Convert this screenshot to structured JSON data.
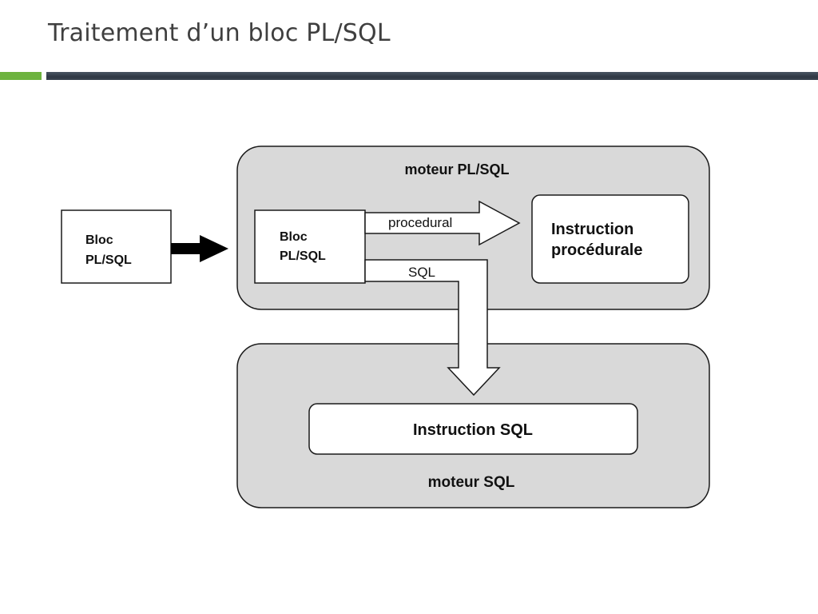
{
  "slide": {
    "title": "Traitement d’un bloc PL/SQL"
  },
  "diagram": {
    "source_block": {
      "line1": "Bloc",
      "line2": "PL/SQL"
    },
    "plsql_engine": {
      "title": "moteur PL/SQL",
      "block": {
        "line1": "Bloc",
        "line2": "PL/SQL"
      },
      "procedural_label": "procedural",
      "sql_label": "SQL",
      "procedural_instruction": {
        "line1": "Instruction",
        "line2": "procédurale"
      }
    },
    "sql_engine": {
      "title": "moteur SQL",
      "sql_instruction": "Instruction SQL"
    },
    "colors": {
      "engine_fill": "#d9d9d9",
      "box_fill": "#ffffff",
      "stroke": "#1a1a1a",
      "accent_green": "#6db33f",
      "header_bar": "#2f3844"
    }
  }
}
